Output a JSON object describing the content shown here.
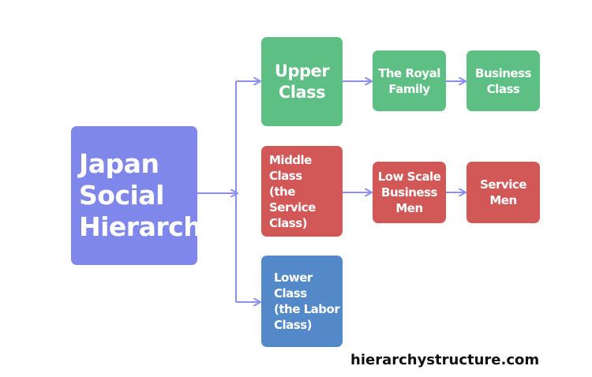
{
  "colors": {
    "root": "#7f87eb",
    "upper": "#5dbf83",
    "middle": "#d25757",
    "lower": "#5389c9",
    "connector": "#8b8ff0"
  },
  "diagram": {
    "root": "Japan\nSocial\nHierarchy",
    "upper_class": "Upper\nClass",
    "royal_family": "The Royal\nFamily",
    "business_class": "Business\nClass",
    "middle_class": "Middle\nClass\n(the Service\nClass)",
    "low_scale_business_men": "Low Scale\nBusiness\nMen",
    "service_men": "Service\nMen",
    "lower_class": "Lower\nClass\n(the Labor\nClass)"
  },
  "watermark": "hierarchystructure.com"
}
